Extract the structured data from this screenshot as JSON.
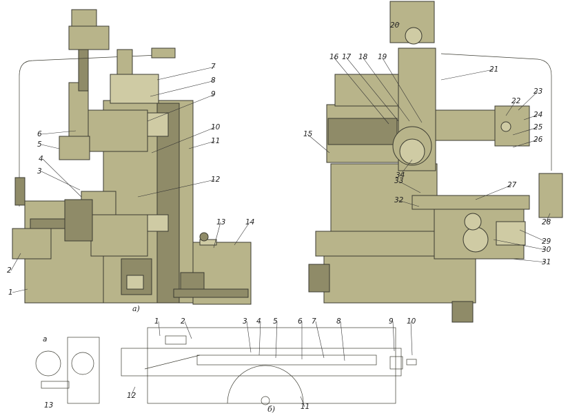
{
  "colors": {
    "machine_body": "#b8b48a",
    "machine_dark": "#8f8b68",
    "machine_light": "#cfcba4",
    "outline": "#3a3a30",
    "leader": "#333333",
    "background": "#ffffff"
  },
  "figure_a": {
    "caption": "а)",
    "labels": [
      "1",
      "2",
      "3",
      "4",
      "5",
      "6",
      "7",
      "8",
      "9",
      "10",
      "11",
      "12",
      "13",
      "14"
    ]
  },
  "figure_right": {
    "labels": [
      "15",
      "16",
      "17",
      "18",
      "19",
      "20",
      "21",
      "22",
      "23",
      "24",
      "25",
      "26",
      "27",
      "28",
      "29",
      "30",
      "31",
      "32",
      "33",
      "34"
    ]
  },
  "figure_b": {
    "caption": "б)",
    "labels": [
      "1",
      "2",
      "3",
      "4",
      "5",
      "6",
      "7",
      "8",
      "9",
      "10",
      "11",
      "12"
    ]
  },
  "figure_detail": {
    "labels": [
      "а",
      "13"
    ]
  }
}
